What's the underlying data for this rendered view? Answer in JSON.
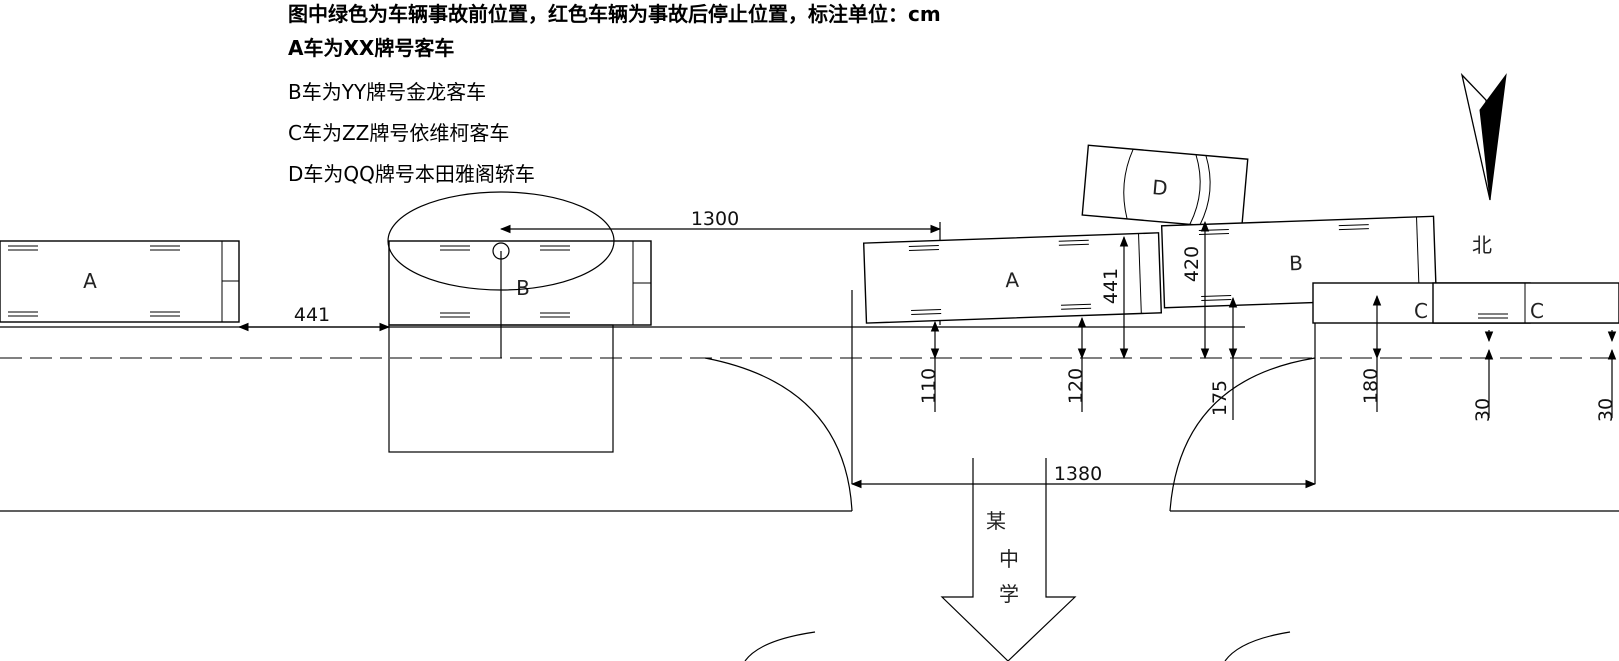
{
  "notes": {
    "line1": "图中绿色为车辆事故前位置，红色车辆为事故后停止位置，标注单位：cm",
    "line2": "A车为XX牌号客车",
    "line3": "B车为YY牌号金龙客车",
    "line4": "C车为ZZ牌号依维柯客车",
    "line5": "D车为QQ牌号本田雅阁轿车"
  },
  "compass": {
    "label": "北"
  },
  "vehicles": {
    "a_before": "A",
    "b_before": "B",
    "a_after": "A",
    "b_after": "B",
    "c_after": "C",
    "c_before": "C",
    "d_after": "D"
  },
  "dimensions": {
    "d1300": "1300",
    "d441_left": "441",
    "d441_vert": "441",
    "d420": "420",
    "d110": "110",
    "d120": "120",
    "d175": "175",
    "d180": "180",
    "d30_a": "30",
    "d30_b": "30",
    "d1380": "1380"
  },
  "school": {
    "c1": "某",
    "c2": "中",
    "c3": "学"
  }
}
